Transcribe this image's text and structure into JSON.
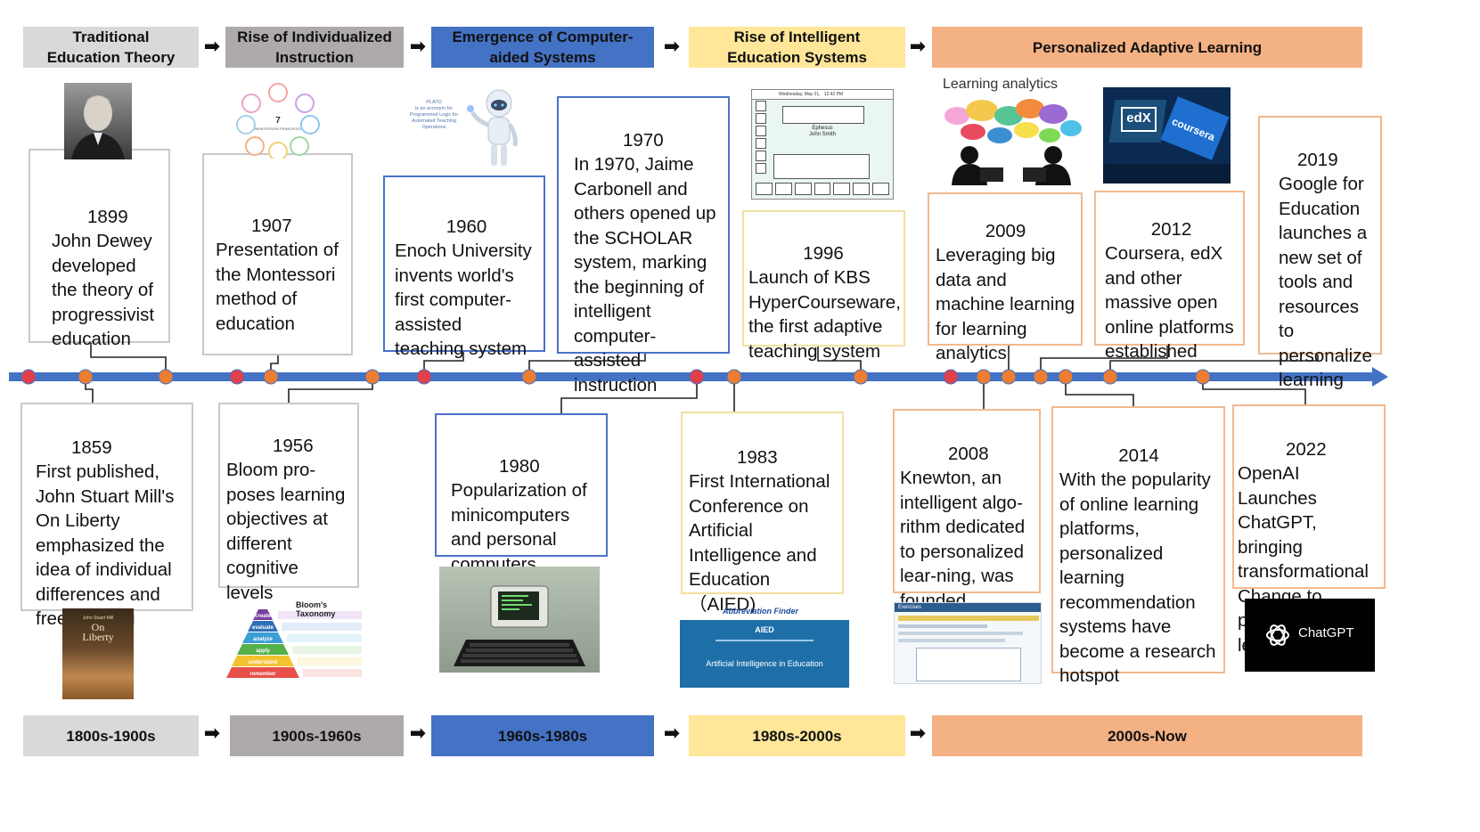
{
  "colors": {
    "gray_light": "#d9d9d9",
    "gray_dark": "#aeaaaa",
    "blue": "#4472c4",
    "yellow": "#ffe699",
    "orange": "#f4b183",
    "timeline": "#4472c4",
    "dot_orange": "#ed7d31",
    "dot_red": "#e0404c"
  },
  "eras": [
    {
      "label": "Traditional\nEducation Theory",
      "period": "1800s-1900s"
    },
    {
      "label": "Rise of Individualized\nInstruction",
      "period": "1900s-1960s"
    },
    {
      "label": "Emergence of Computer-\naided Systems",
      "period": "1960s-1980s"
    },
    {
      "label": "Rise of Intelligent\nEducation Systems",
      "period": "1980s-2000s"
    },
    {
      "label": "Personalized Adaptive Learning",
      "period": "2000s-Now"
    }
  ],
  "arrow_glyph": "➡",
  "events_top": [
    {
      "year": "1899",
      "text": "John Dewey\ndeveloped\nthe theory of\nprogressivist\neducation"
    },
    {
      "year": "1907",
      "text": "Presentation of\nthe Montessori\nmethod of\neducation"
    },
    {
      "year": "1960",
      "text": "Enoch University\ninvents world's\nfirst computer-\nassisted\nteaching system"
    },
    {
      "year": "1970",
      "text": "In 1970, Jaime\nCarbonell and\nothers opened up\nthe SCHOLAR\nsystem, marking\nthe beginning of\nintelligent\ncomputer-assisted\ninstruction"
    },
    {
      "year": "1996",
      "text": "Launch of KBS\nHyperCourseware,\nthe first adaptive\nteaching system"
    },
    {
      "year": "2009",
      "text": "Leveraging big\ndata and\nmachine learning\nfor learning\nanalytics"
    },
    {
      "year": "2012",
      "text": "Coursera, edX\nand other\nmassive open\nonline platforms\nestablished"
    },
    {
      "year": "2019",
      "text": "Google for\nEducation\nlaunches a\nnew set of\ntools and\nresources to\npersonalize\nlearning"
    }
  ],
  "events_bottom": [
    {
      "year": "1859",
      "text": "First published,\nJohn Stuart Mill's\nOn Liberty\nemphasized the\nidea of individual\ndifferences and\nfree thinking"
    },
    {
      "year": "1956",
      "text": "Bloom pro-\nposes learning\nobjectives at\ndifferent\ncognitive\nlevels"
    },
    {
      "year": "1980",
      "text": "Popularization of\nminicomputers\nand personal\ncomputers"
    },
    {
      "year": "1983",
      "text": "First International\nConference on\nArtificial\nIntelligence and\nEducation （AIED)\nheld in UK"
    },
    {
      "year": "2008",
      "text": "Knewton, an\nintelligent algo-\nrithm dedicated\nto personalized\nlear-ning, was\nfounded"
    },
    {
      "year": "2014",
      "text": "With the popularity\nof online learning\nplatforms,\npersonalized\nlearning\nrecommendation\nsystems have\nbecome a research\nhotspot"
    },
    {
      "year": "2022",
      "text": "OpenAI Launches\nChatGPT, bringing\ntransformational\nChange to\npersonalized\nlearning"
    }
  ],
  "images": {
    "dewey": "portrait-photo",
    "montessori_center": "7",
    "montessori_sub": "MONTESSORI\nPRINCIPLES",
    "plato_caption": "PLATO\nis an acronym for\nProgrammed Logic for\nAutomated Teaching\nOperations",
    "robot": "robot-illustration",
    "learning_analytics_title": "Learning analytics",
    "edx_label": "edX",
    "coursera_label": "coursera",
    "on_liberty_title": "John Stuart Mill",
    "on_liberty_big": "On\nLiberty",
    "bloom_title": "Bloom's Taxonomy",
    "bloom_levels": [
      "create",
      "evaluate",
      "analyze",
      "apply",
      "understand",
      "remember"
    ],
    "computer": "vintage-computer-photo",
    "abbrev_brand": "Abbreviation Finder",
    "aied_title": "AIED",
    "aied_full": "Artificial Intelligence in Education",
    "chatgpt_label": "ChatGPT",
    "hyper_title": "Wednesday, May 21,",
    "hyper_time": "12:42 PM",
    "hyper_course": "Ephesus",
    "hyper_student": "John Smith",
    "knewton_title": "Exercises"
  }
}
